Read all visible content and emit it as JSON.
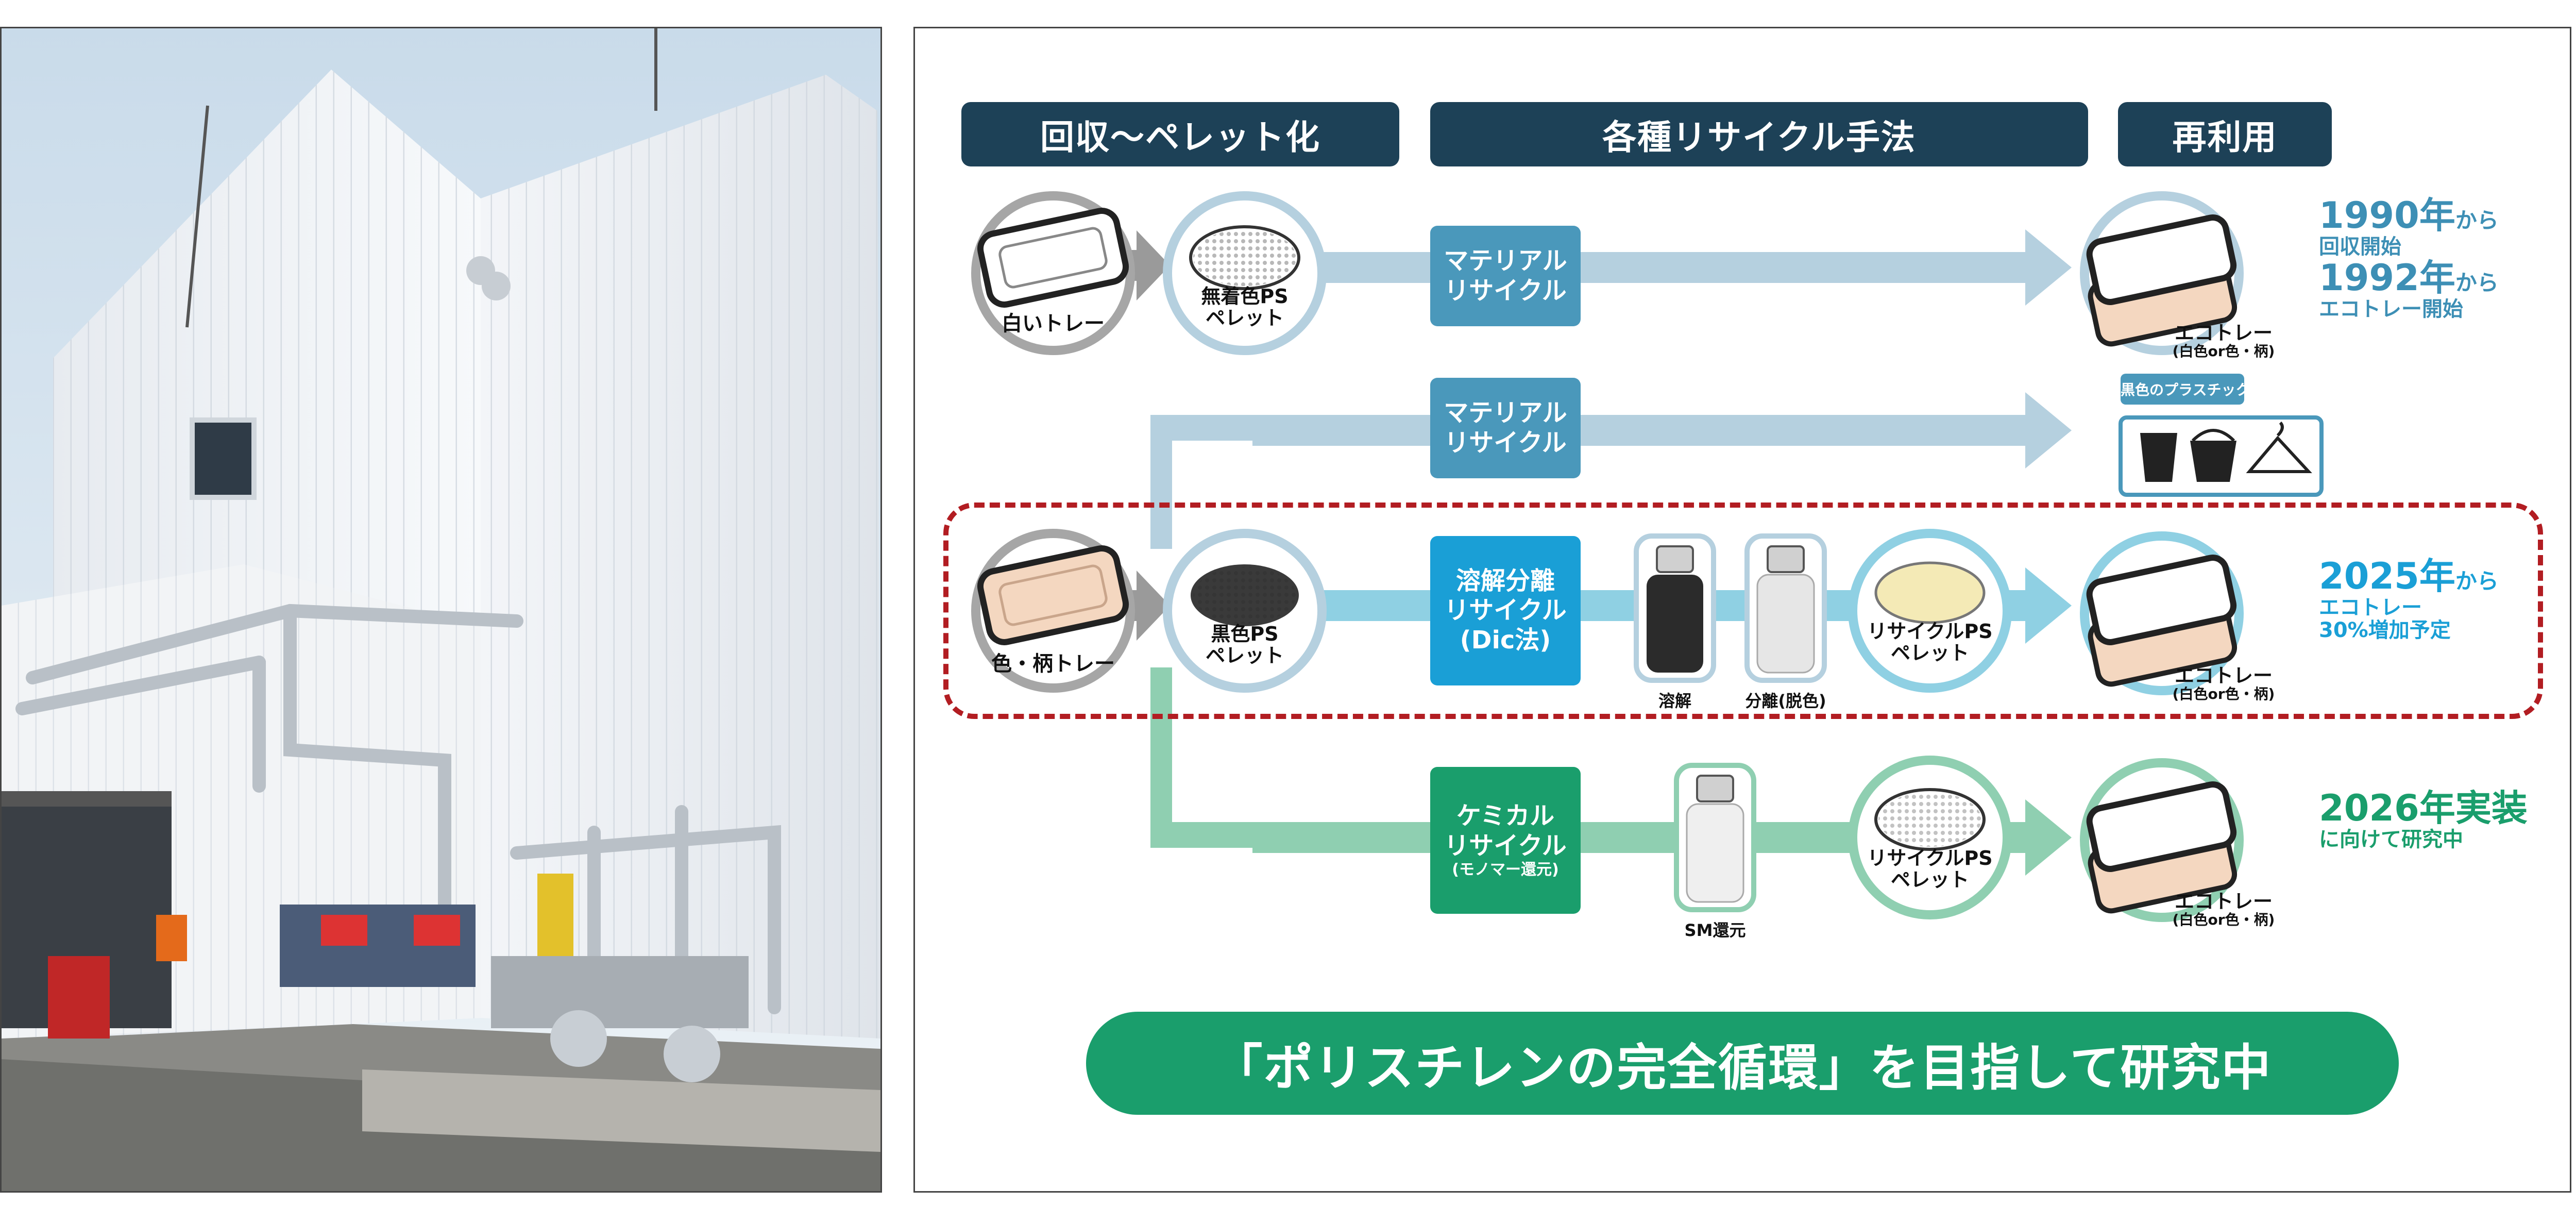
{
  "headers": {
    "collection": "回収〜ペレット化",
    "methods": "各種リサイクル手法",
    "reuse": "再利用"
  },
  "items": {
    "white_tray": "白いトレー",
    "uncolored_pellet": "無着色PS\nペレット",
    "colored_tray": "色・柄トレー",
    "black_pellet": "黒色PS\nペレット",
    "dissolve": "溶解",
    "separation": "分離(脱色)",
    "recycled_pellet_1": "リサイクルPS\nペレット",
    "sm_reduction": "SM還元",
    "recycled_pellet_2": "リサイクルPS\nペレット",
    "black_products_label": "黒色のプラスチック成形品"
  },
  "methods": {
    "material_1": "マテリアル\nリサイクル",
    "material_2": "マテリアル\nリサイクル",
    "dissolution": "溶解分離\nリサイクル\n(Dic法)",
    "chemical": "ケミカル\nリサイクル",
    "chemical_sub": "(モノマー還元)"
  },
  "results": {
    "ecotray_label": "エコトレー",
    "ecotray_sub": "(白色or色・柄)",
    "row1_year1": "1990年",
    "row1_kara1": "から",
    "row1_text1": "回収開始",
    "row1_year2": "1992年",
    "row1_kara2": "から",
    "row1_text2": "エコトレー開始",
    "row3_year": "2025年",
    "row3_kara": "から",
    "row3_text1": "エコトレー",
    "row3_text2": "30%増加予定",
    "row4_year": "2026年実装",
    "row4_text": "に向けて研究中"
  },
  "banner": "「ポリスチレンの完全循環」を目指して研究中",
  "colors": {
    "header_navy": "#1d4157",
    "material_blue": "#4a98bb",
    "dissolution_blue": "#1a9fd6",
    "chemical_green": "#1a9e6c",
    "highlight_red": "#b21d22",
    "arrow_light_blue": "#b5d0df",
    "arrow_green": "#8fcfb1"
  },
  "icons": [
    "tray-icon",
    "pellet-icon",
    "bottle-icon",
    "cup-icon",
    "bucket-icon",
    "hanger-icon",
    "arrow-icon"
  ]
}
